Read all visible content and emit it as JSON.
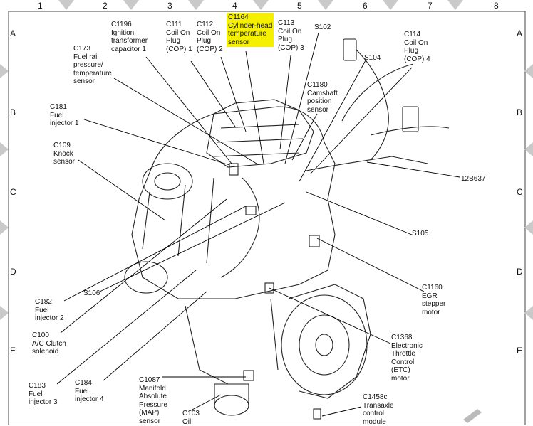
{
  "diagram": {
    "highlight_color": "#f5f000",
    "grid_columns": [
      "1",
      "2",
      "3",
      "4",
      "5",
      "6",
      "7",
      "8"
    ],
    "grid_rows": [
      "A",
      "B",
      "C",
      "D",
      "E"
    ],
    "labels": {
      "c1196": "C1196\nIgnition\ntransformer\ncapacitor 1",
      "c111": "C111\nCoil On\nPlug\n(COP) 1",
      "c112": "C112\nCoil On\nPlug\n(COP) 2",
      "c1164": "C1164\nCylinder-head\ntemperature\nsensor",
      "c113": "C113\nCoil On\nPlug\n(COP) 3",
      "s102": "S102",
      "c114": "C114\nCoil On\nPlug\n(COP) 4",
      "c173": "C173\nFuel rail\npressure/\ntemperature\nsensor",
      "s104": "S104",
      "c1180": "C1180\nCamshaft\nposition\nsensor",
      "c181": "C181\nFuel\ninjector 1",
      "c109": "C109\nKnock\nsensor",
      "harness_12b637": "12B637",
      "s105": "S105",
      "s106": "S106",
      "c182": "C182\nFuel\ninjector 2",
      "c1160": "C1160\nEGR\nstepper\nmotor",
      "c100": "C100\nA/C Clutch\nsolenoid",
      "c1368": "C1368\nElectronic\nThrottle\nControl\n(ETC)\nmotor",
      "c183": "C183\nFuel\ninjector 3",
      "c184": "C184\nFuel\ninjector 4",
      "c1087": "C1087\nManifold\nAbsolute\nPressure\n(MAP)\nsensor",
      "c103": "C103\nOil",
      "c1458c": "C1458c\nTransaxle\ncontrol\nmodule"
    }
  }
}
